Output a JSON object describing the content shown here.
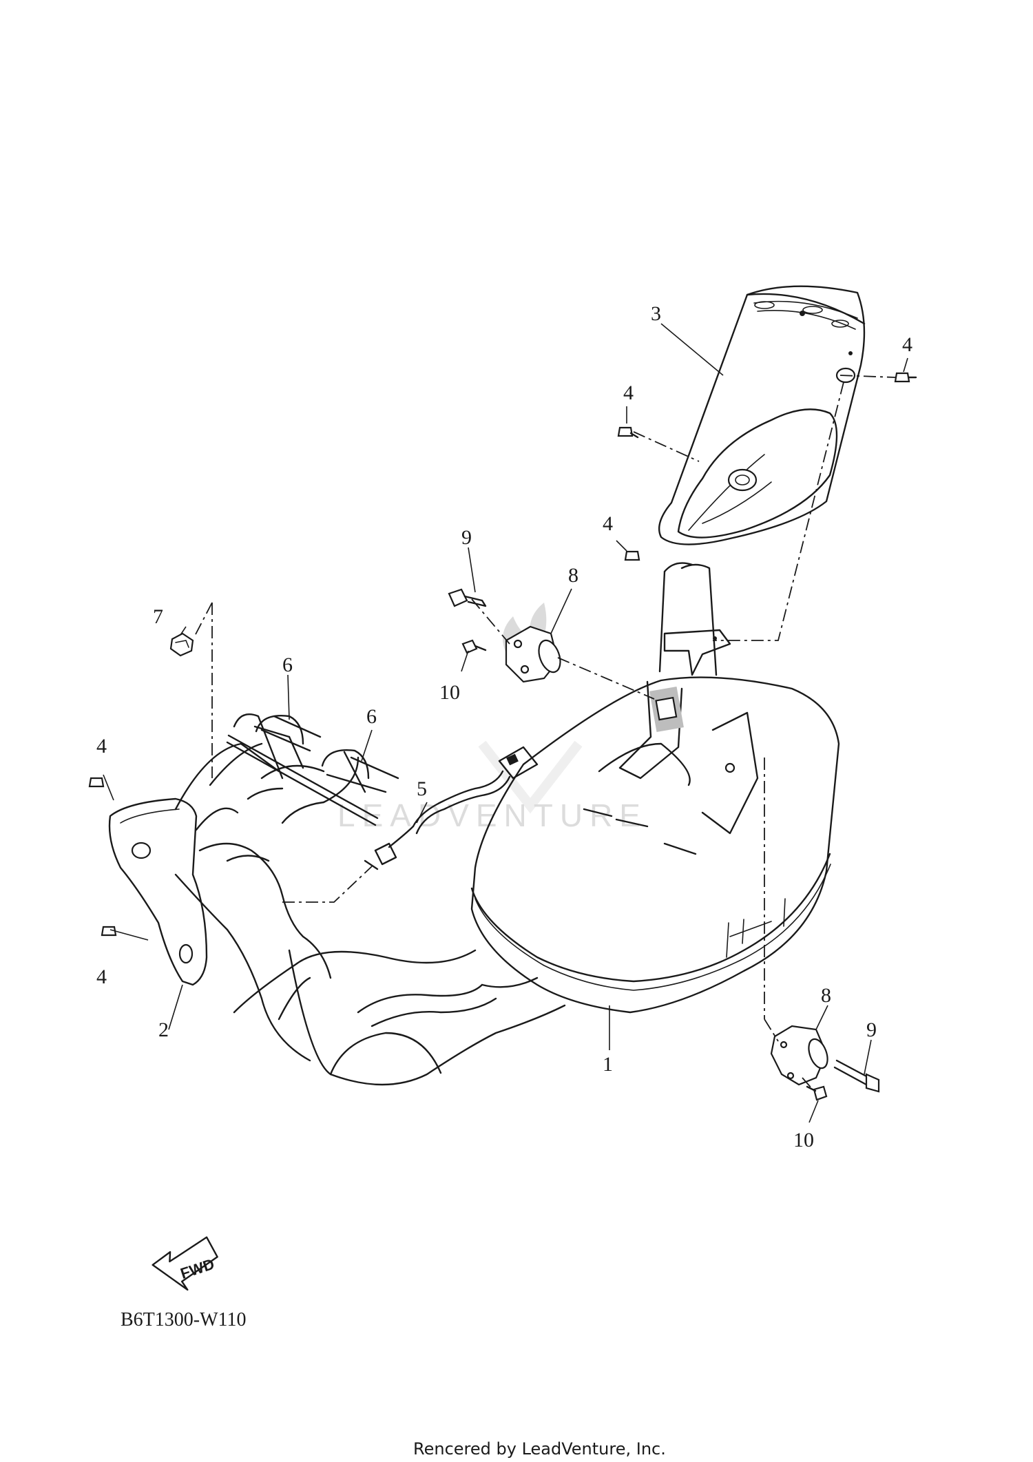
{
  "diagram": {
    "callouts": {
      "c1": "1",
      "c2": "2",
      "c3": "3",
      "c4a": "4",
      "c4b": "4",
      "c4c": "4",
      "c4d": "4",
      "c4e": "4",
      "c5": "5",
      "c6a": "6",
      "c6b": "6",
      "c7": "7",
      "c8a": "8",
      "c8b": "8",
      "c9a": "9",
      "c9b": "9",
      "c10a": "10",
      "c10b": "10"
    },
    "watermark": "LEADVENTURE",
    "fwd_label": "FWD",
    "diagram_code": "B6T1300-W110",
    "footer": "Rencered by LeadVenture, Inc."
  }
}
